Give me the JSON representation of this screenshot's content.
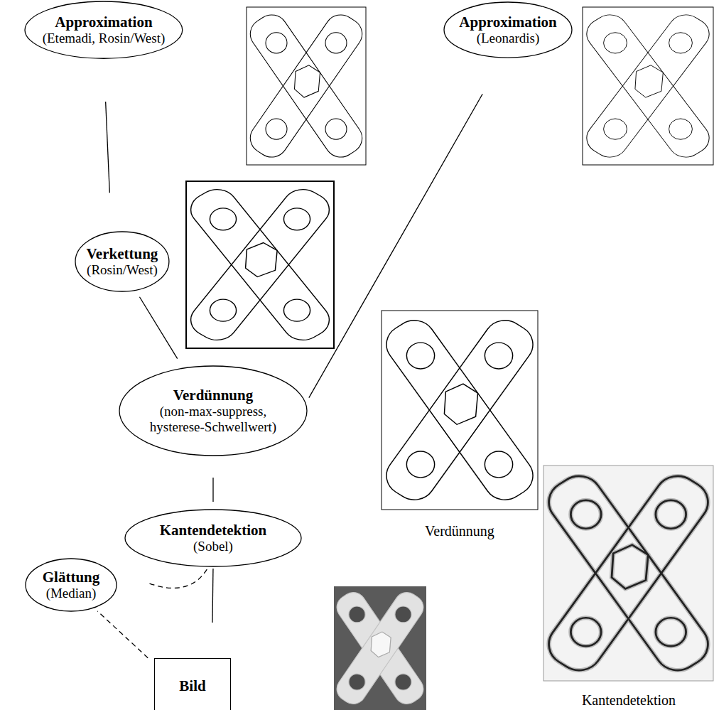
{
  "diagram": {
    "nodes": [
      {
        "text": [
          "Approximation",
          "(Etemadi, Rosin/West)"
        ]
      },
      {
        "text": [
          "Approximation",
          "(Leonardis)"
        ]
      },
      {
        "text": [
          "Verkettung",
          "(Rosin/West)"
        ]
      },
      {
        "text": [
          "Verdünnung",
          "(non-max-suppress, hysterese-Schwellwert)"
        ]
      },
      {
        "text": [
          "Kantendetektion",
          "(Sobel)"
        ]
      },
      {
        "text": [
          "Glättung",
          "(Median)"
        ]
      },
      {
        "text": [
          "Bild"
        ]
      }
    ],
    "edges": [
      {
        "from": 6,
        "to": 4,
        "arrow": "none"
      },
      {
        "from": 6,
        "to": 5,
        "arrow": "none"
      },
      {
        "from": 5,
        "to": 4,
        "arrow": "none"
      },
      {
        "from": 4,
        "to": 3,
        "arrow": "none"
      },
      {
        "from": 3,
        "to": 2,
        "arrow": "none"
      },
      {
        "from": 3,
        "to": 1,
        "arrow": "none"
      },
      {
        "from": 2,
        "to": 0,
        "arrow": "none"
      }
    ],
    "labels": [
      "Verdünnung",
      "Kantendetektion"
    ]
  }
}
